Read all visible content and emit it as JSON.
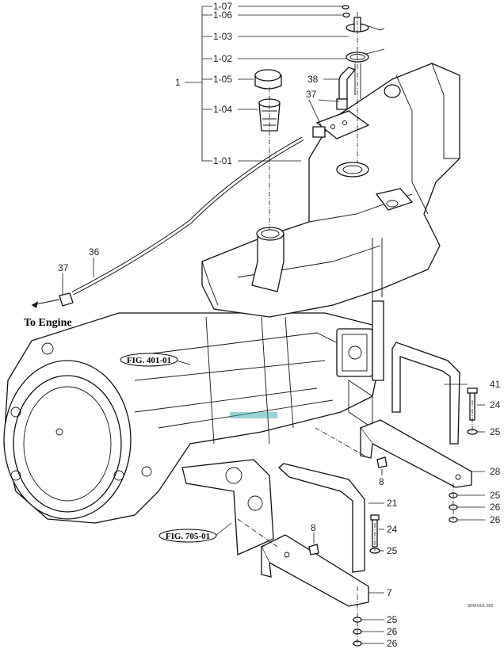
{
  "labels": {
    "p1": "1",
    "p1_07": "1-07",
    "p1_06": "1-06",
    "p1_03": "1-03",
    "p1_02": "1-02",
    "p1_05": "1-05",
    "p1_04": "1-04",
    "p1_01": "1-01",
    "p38": "38",
    "p37a": "37",
    "p36": "36",
    "p37b": "37",
    "p41": "41",
    "p24a": "24",
    "p25a": "25",
    "p28": "28",
    "p25b": "25",
    "p26a": "26",
    "p26b": "26",
    "p8a": "8",
    "p21": "21",
    "p24b": "24",
    "p25c": "25",
    "p8b": "8",
    "p7": "7",
    "p25d": "25",
    "p26c": "26",
    "p26d": "26"
  },
  "engine_note": "To Engine",
  "fig_refs": {
    "a": "FIG. 401-01",
    "b": "FIG. 705-01"
  },
  "corner_code": "SFM-NUL-205"
}
